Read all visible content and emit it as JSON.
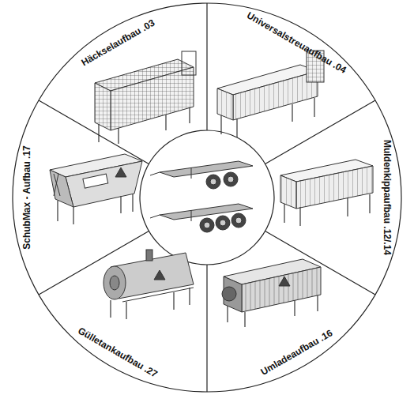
{
  "diagram": {
    "nodes": [
      {
        "text": [
          "Häckselaufbau .03"
        ]
      },
      {
        "text": [
          "Universalstreuaufbau .04"
        ]
      },
      {
        "text": [
          "Muldenkippaufbau .12/.14"
        ]
      },
      {
        "text": [
          "Umladeaufbau .16"
        ]
      },
      {
        "text": [
          "Gülletankaufbau .27"
        ]
      },
      {
        "text": [
          "SchubMax - Aufbau .17"
        ]
      }
    ]
  }
}
